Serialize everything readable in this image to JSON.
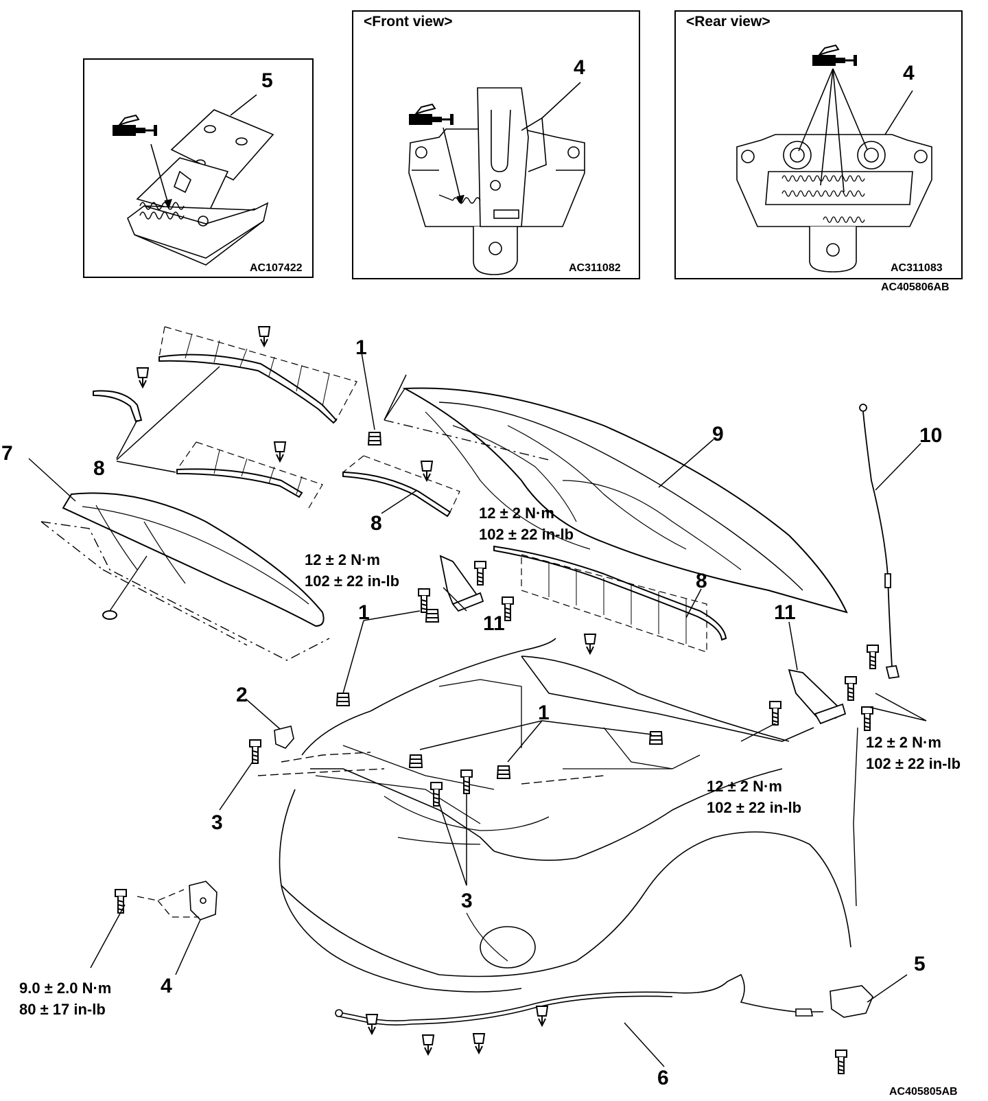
{
  "insets": [
    {
      "code": "AC107422",
      "part": "5"
    },
    {
      "title": "<Front view>",
      "code": "AC311082",
      "part": "4"
    },
    {
      "title": "<Rear view>",
      "code": "AC311083",
      "part": "4"
    }
  ],
  "figure_codes": {
    "top": "AC405806AB",
    "bottom": "AC405805AB"
  },
  "callouts": {
    "c1_top": "1",
    "c1_mid": "1",
    "c1_low": "1",
    "c2": "2",
    "c3_left": "3",
    "c3_mid": "3",
    "c4": "4",
    "c5": "5",
    "c6": "6",
    "c7": "7",
    "c8_a": "8",
    "c8_b": "8",
    "c8_c": "8",
    "c9": "9",
    "c10": "10",
    "c11_left": "11",
    "c11_right": "11"
  },
  "torques": {
    "hood_hinge_top": {
      "metric": "12 ± 2 N·m",
      "imperial": "102 ± 22 in-lb"
    },
    "hood_hinge_left": {
      "metric": "12 ± 2 N·m",
      "imperial": "102 ± 22 in-lb"
    },
    "hinge_right_upper": {
      "metric": "12 ± 2 N·m",
      "imperial": "102 ± 22 in-lb"
    },
    "hinge_right_lower": {
      "metric": "12 ± 2 N·m",
      "imperial": "102 ± 22 in-lb"
    },
    "latch": {
      "metric": "9.0 ± 2.0 N·m",
      "imperial": "80 ± 17 in-lb"
    }
  },
  "icons": [
    "grease-gun-icon"
  ]
}
